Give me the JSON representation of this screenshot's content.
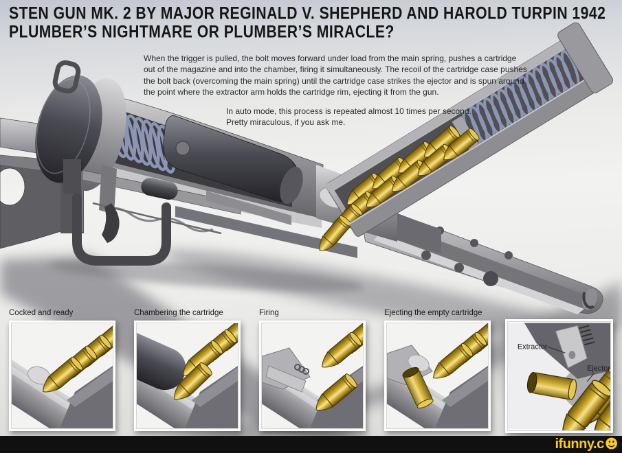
{
  "title": {
    "line1": "STEN GUN MK. 2 BY MAJOR REGINALD V. SHEPHERD AND HAROLD TURPIN 1942",
    "line2": "PLUMBER’S NIGHTMARE OR PLUMBER’S MIRACLE?"
  },
  "description": {
    "paragraph1_lines": [
      "When the trigger is pulled, the bolt moves forward under load from the main spring, pushes a cartridge",
      "out of the magazine and into the chamber, firing it simultaneously.  The recoil of the cartridge case pushes",
      "the bolt back (overcoming the main spring) until the cartridge case strikes the ejector and is spun around",
      "the point where the extractor arm holds the cartridge rim, ejecting it from the gun."
    ],
    "paragraph2_lines": [
      "In auto mode, this process is repeated almost 10 times per second.",
      "Pretty miraculous, if you ask me."
    ]
  },
  "sequence_panels": [
    {
      "label": "Cocked and ready"
    },
    {
      "label": "Chambering the cartridge"
    },
    {
      "label": "Firing"
    },
    {
      "label": "Ejecting the empty cartridge"
    }
  ],
  "detail_panel": {
    "extractor_label": "Extractor",
    "ejector_label": "Ejector"
  },
  "watermark": {
    "text": "ifunny.c",
    "smiley": "☻"
  },
  "colors": {
    "accent_yellow": "#f9cb22",
    "bar_black": "#101010",
    "brass_gold": "#caa528",
    "spring_blue": "#8c96b4",
    "steel_gray": "#8a8a8e",
    "background_top": "#c2c6d0"
  }
}
